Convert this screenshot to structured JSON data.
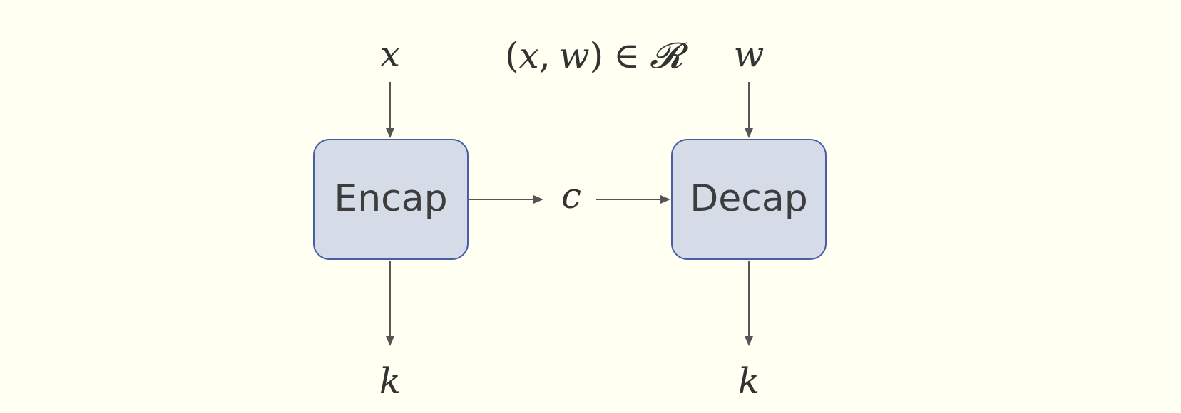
{
  "inputs": {
    "left": "x",
    "right": "w"
  },
  "relation": {
    "open_paren": "(",
    "var_x": "x",
    "comma": ",",
    "var_w": "w",
    "close_paren": ")",
    "element_of": "∈",
    "set": "𝓡"
  },
  "boxes": {
    "encap": "Encap",
    "decap": "Decap"
  },
  "ciphertext": "c",
  "outputs": {
    "left": "k",
    "right": "k"
  },
  "colors": {
    "background": "#fffff2",
    "box_fill": "#d5dce8",
    "box_stroke": "#4a5ea8",
    "arrow": "#555555"
  }
}
